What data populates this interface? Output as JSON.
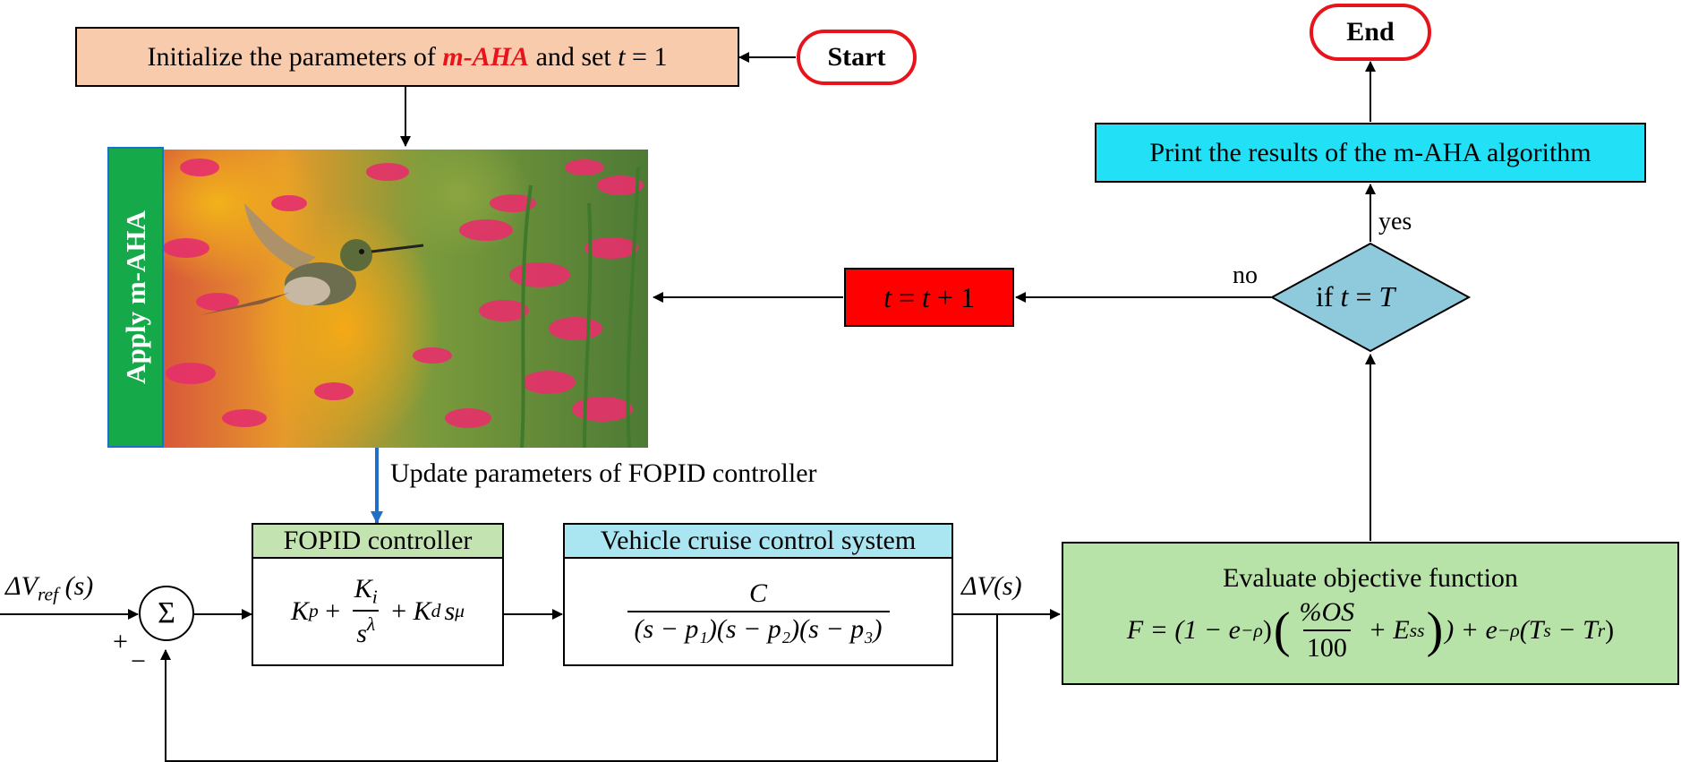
{
  "start": {
    "label": "Start"
  },
  "end": {
    "label": "End"
  },
  "init_box": {
    "prefix": "Initialize the parameters of ",
    "alg": "m-AHA",
    "suffix": " and set ",
    "var": "t",
    "eq": " = 1"
  },
  "apply": {
    "label": "Apply m-AHA"
  },
  "update_label": "Update parameters of FOPID controller",
  "iteration_box": {
    "lhs": "t",
    "eq": " = ",
    "rhs": "t",
    "plus": " + 1"
  },
  "decision": {
    "prefix": "if ",
    "var": "t",
    "eq": " = ",
    "rhs": "T"
  },
  "branch_no": "no",
  "branch_yes": "yes",
  "print_box": {
    "label": "Print the results of the m-AHA algorithm"
  },
  "fopid": {
    "header": "FOPID controller",
    "kp": "K",
    "kp_sub": "p",
    "plus1": " + ",
    "ki": "K",
    "ki_sub": "i",
    "s": "s",
    "lambda": "λ",
    "plus2": " + ",
    "kd": "K",
    "kd_sub": "d",
    "s2": "s",
    "mu": "μ"
  },
  "vehicle": {
    "header": "Vehicle cruise control system",
    "numerator": "C",
    "denominator": "(s − p₁)(s − p₂)(s − p₃)"
  },
  "summer": {
    "symbol": "Σ",
    "plus": "+",
    "minus": "−"
  },
  "input_signal": {
    "delta": "ΔV",
    "sub": "ref",
    "arg": " (s)"
  },
  "output_signal": {
    "delta": "ΔV",
    "arg": "(s)"
  },
  "objective": {
    "title": "Evaluate objective function",
    "formula_left": "F = (1 − e",
    "rho1": "−ρ",
    "paren": ")",
    "frac_num": "%OS",
    "frac_den": "100",
    "ess": " + E",
    "ess_sub": "ss",
    "formula_mid": ") + e",
    "rho2": "−ρ",
    "formula_right": "(T",
    "ts_sub": "s",
    "minus": " − T",
    "tr_sub": "r",
    "close": ")"
  },
  "colors": {
    "init_fill": "#f8cbad",
    "start_border": "#e8141b",
    "apply_fill": "#16a94a",
    "iteration_fill": "#ff0000",
    "decision_fill": "#8fc9dc",
    "print_fill": "#22e0f5",
    "fopid_header": "#c3e4b0",
    "vehicle_header": "#a9e6f2",
    "objective_fill": "#b7e2a8",
    "update_arrow": "#1f6fc9",
    "alg_text": "#e8141b"
  }
}
